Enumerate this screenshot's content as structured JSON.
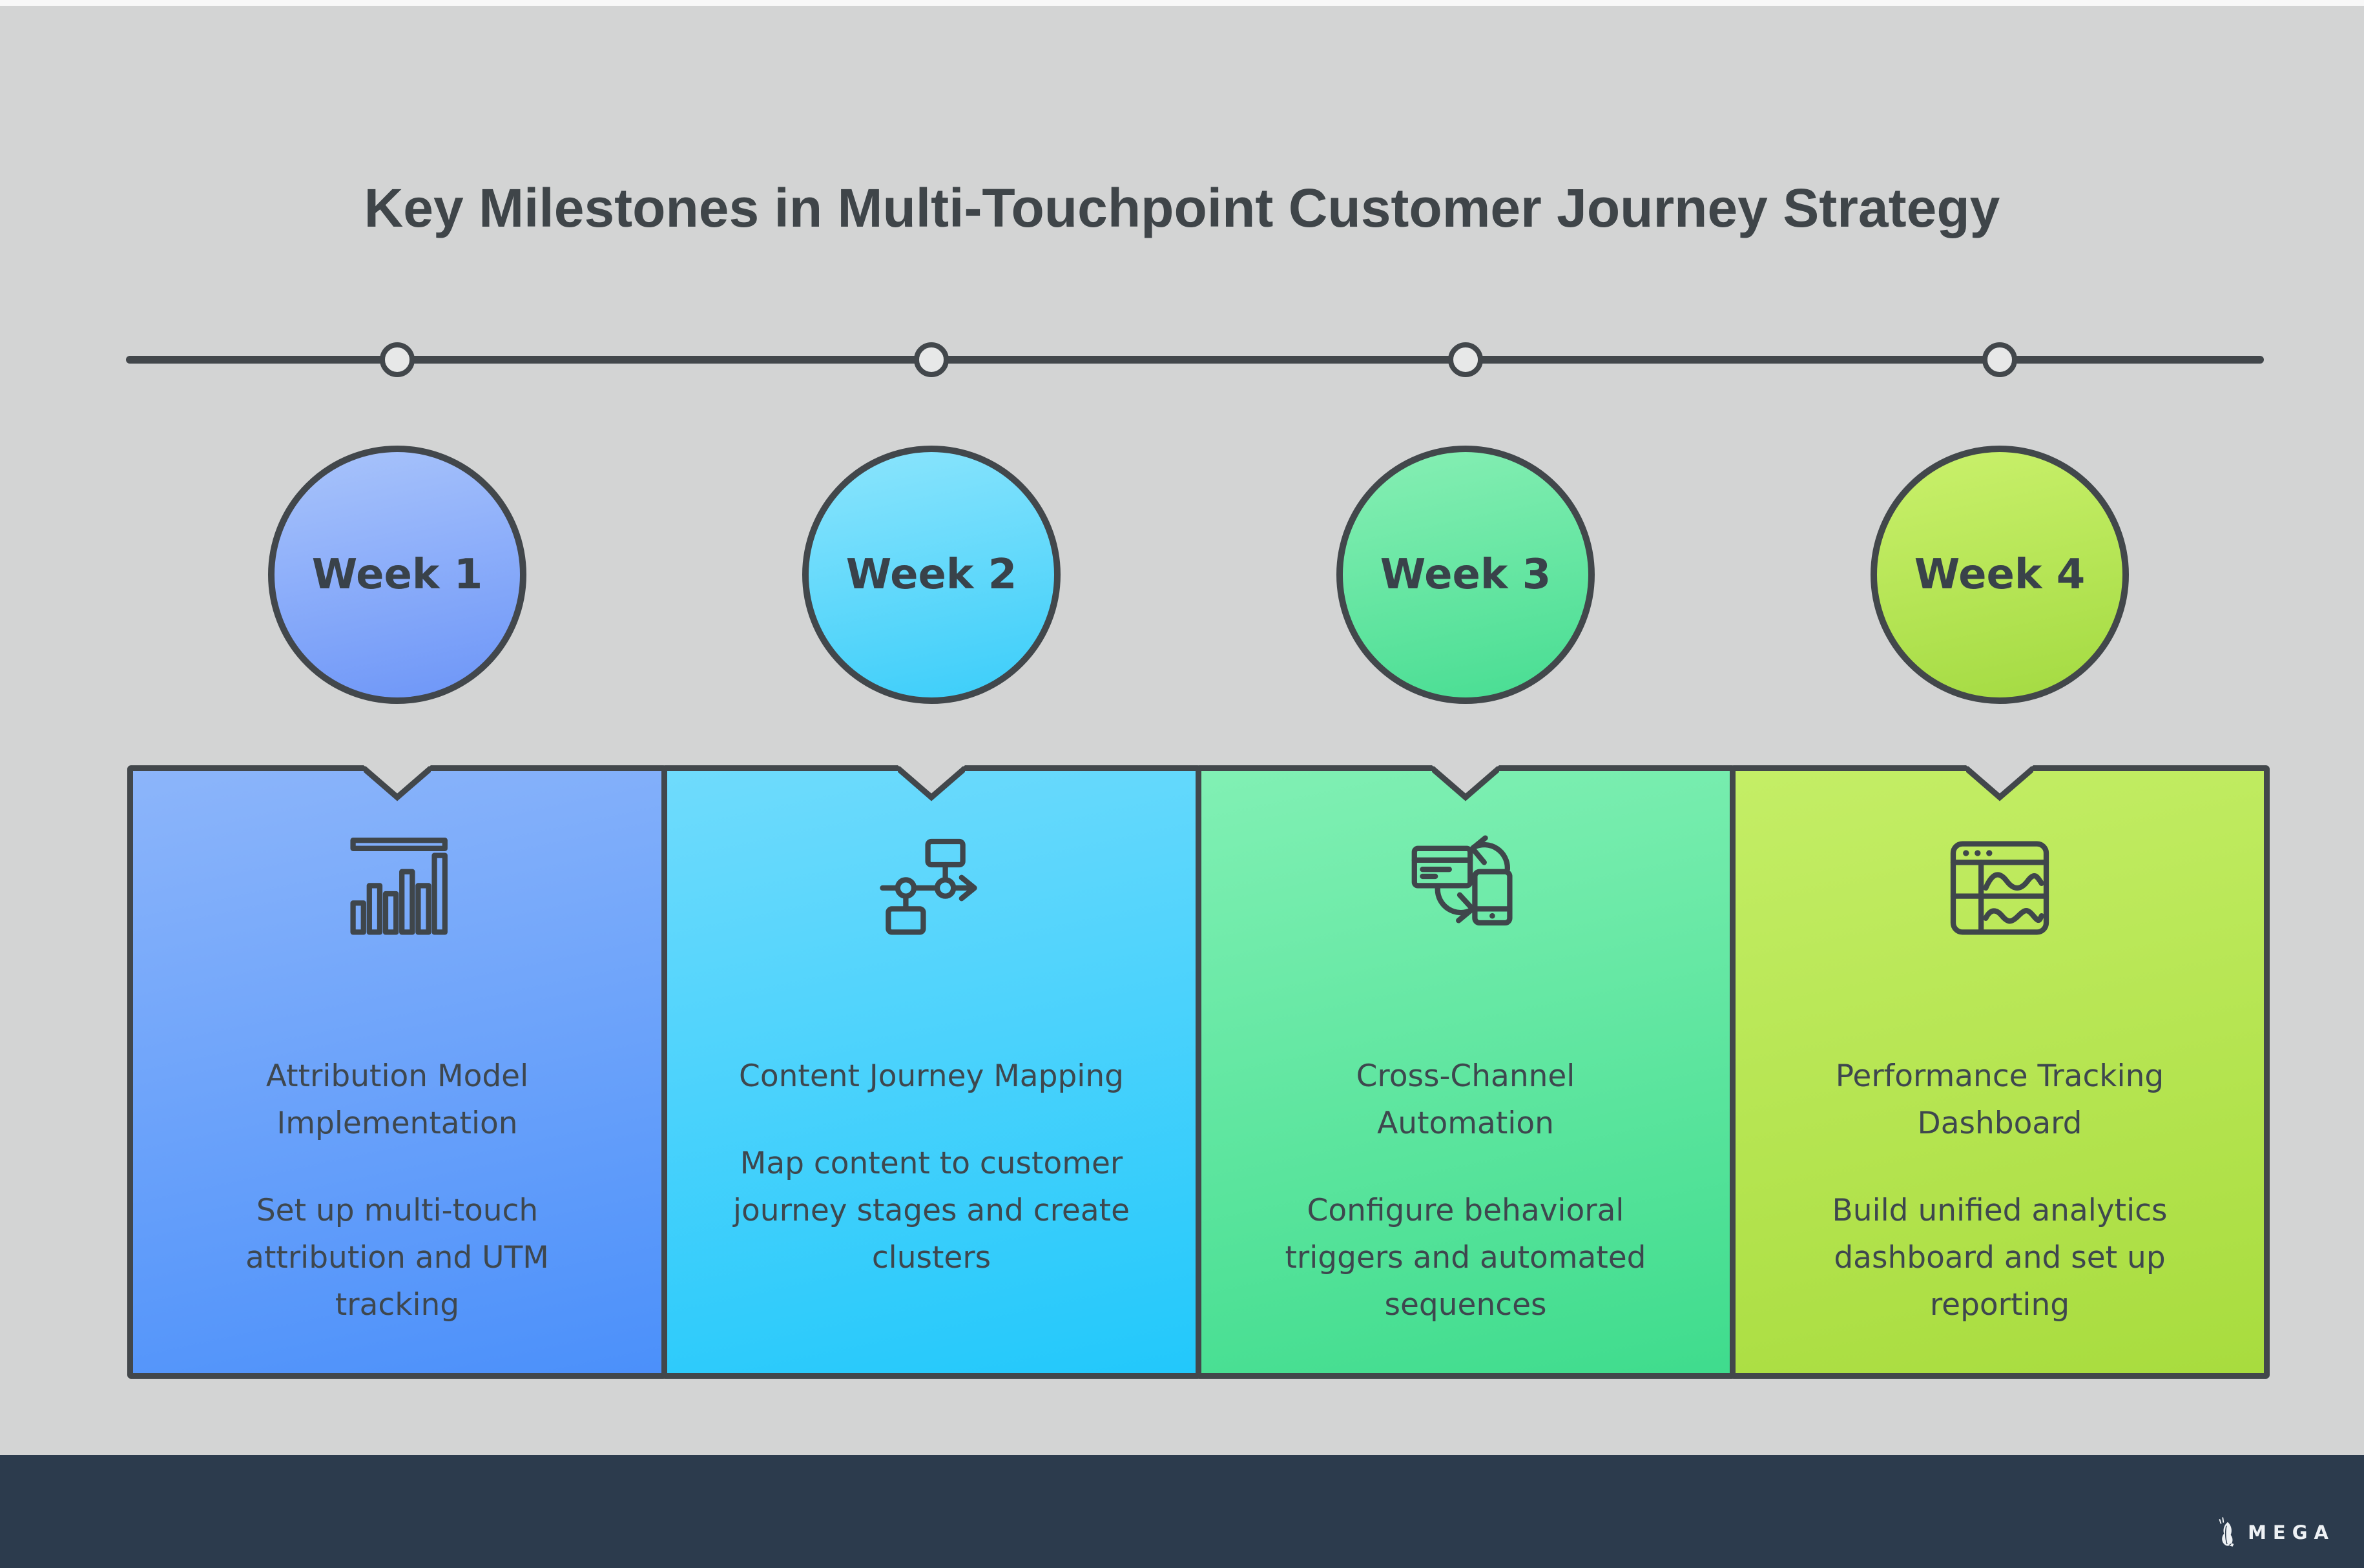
{
  "page": {
    "title": "Key Milestones in Multi-Touchpoint Customer Journey Strategy",
    "background_color": "#d3d4d4",
    "accent_dark": "#42474b",
    "footer_color": "#2c3b4d"
  },
  "brand": {
    "name": "MEGA",
    "logo_icon": "wizard-icon"
  },
  "timeline": {
    "milestones": [
      {
        "label": "Week 1",
        "icon": "bar-chart-icon",
        "card_title": "Attribution Model Implementation",
        "card_description": "Set up multi-touch attribution and UTM tracking",
        "colors": {
          "circle_top": "#a9c4fb",
          "circle_bottom": "#6c95f8",
          "card_top": "#8cb5fa",
          "card_bottom": "#4b90fa"
        }
      },
      {
        "label": "Week 2",
        "icon": "flowchart-icon",
        "card_title": "Content Journey Mapping",
        "card_description": "Map content to customer journey stages and create clusters",
        "colors": {
          "circle_top": "#8ce5fd",
          "circle_bottom": "#3acdf9",
          "card_top": "#6fdbfc",
          "card_bottom": "#22c8fb"
        }
      },
      {
        "label": "Week 3",
        "icon": "device-sync-icon",
        "card_title": "Cross-Channel Automation",
        "card_description": "Configure behavioral triggers and automated sequences",
        "colors": {
          "circle_top": "#87efb4",
          "circle_bottom": "#47dd92",
          "card_top": "#81f0b4",
          "card_bottom": "#3fdc8d"
        }
      },
      {
        "label": "Week 4",
        "icon": "dashboard-icon",
        "card_title": "Performance Tracking Dashboard",
        "card_description": "Build unified analytics dashboard and set up reporting",
        "colors": {
          "circle_top": "#caf16c",
          "circle_bottom": "#a3da41",
          "card_top": "#c4ee66",
          "card_bottom": "#a8dc3e"
        }
      }
    ]
  }
}
